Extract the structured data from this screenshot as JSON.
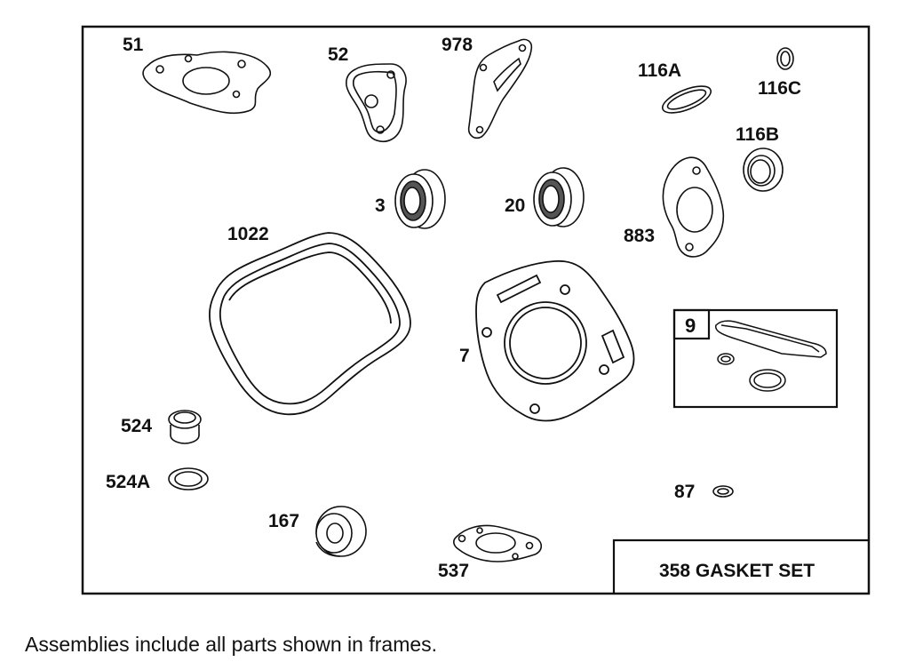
{
  "labels": {
    "p51": "51",
    "p52": "52",
    "p978": "978",
    "p116A": "116A",
    "p116C": "116C",
    "p116B": "116B",
    "p3": "3",
    "p20": "20",
    "p883": "883",
    "p1022": "1022",
    "p7": "7",
    "p9": "9",
    "p524": "524",
    "p524A": "524A",
    "p87": "87",
    "p167": "167",
    "p537": "537"
  },
  "set_title": "358 GASKET SET",
  "footnote": "Assemblies include all parts shown in frames."
}
